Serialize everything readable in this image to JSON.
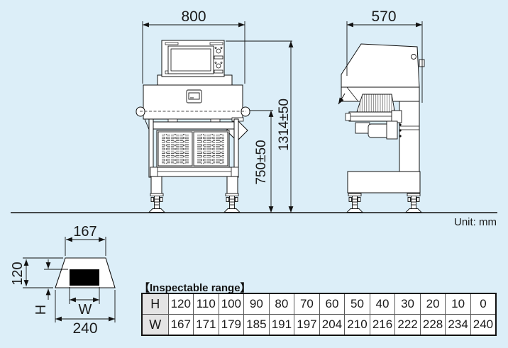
{
  "drawing": {
    "front_width": "800",
    "side_depth": "570",
    "total_height": "1314±50",
    "belt_height": "750±50",
    "unit": "Unit: mm"
  },
  "cross_section": {
    "top_width": "167",
    "height": "120",
    "h": "H",
    "w": "W",
    "bottom_width": "240"
  },
  "inspectable_range": {
    "title": "【Inspectable range】",
    "rows": [
      {
        "header": "H",
        "values": [
          "120",
          "110",
          "100",
          "90",
          "80",
          "70",
          "60",
          "50",
          "40",
          "30",
          "20",
          "10",
          "0"
        ]
      },
      {
        "header": "W",
        "values": [
          "167",
          "171",
          "179",
          "185",
          "191",
          "197",
          "204",
          "210",
          "216",
          "222",
          "228",
          "234",
          "240"
        ]
      }
    ]
  },
  "colors": {
    "background": "#dceef8",
    "line": "#111111",
    "table_header_bg": "#e4e4e4",
    "product_fill": "#000000"
  }
}
